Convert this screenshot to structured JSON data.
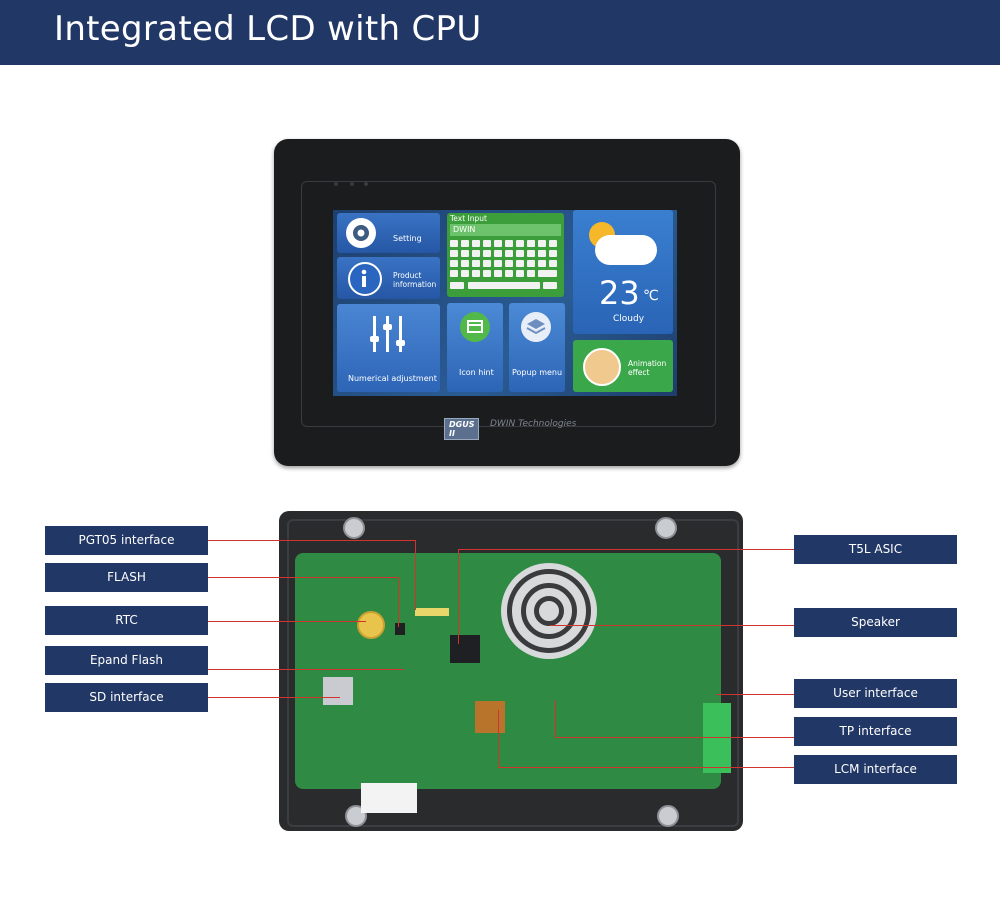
{
  "header": {
    "title": "Integrated LCD with CPU"
  },
  "front_screen": {
    "setting": "Setting",
    "product_info": "Product information",
    "text_input": "Text Input",
    "text_value": "DWIN",
    "temperature": "23",
    "temp_unit": "℃",
    "weather": "Cloudy",
    "numerical": "Numerical adjustment",
    "icon_hint": "Icon hint",
    "popup_menu": "Popup menu",
    "animation": "Animation effect"
  },
  "brand": {
    "logo": "DGUS II",
    "company": "DWIN Technologies"
  },
  "callouts_left": [
    "PGT05 interface",
    "FLASH",
    "RTC",
    "Epand Flash",
    "SD interface"
  ],
  "callouts_right": [
    "T5L ASIC",
    "Speaker",
    "User interface",
    "TP interface",
    "LCM interface"
  ],
  "colors": {
    "header_bg": "#213766",
    "callout_bg": "#213766",
    "leader_line": "#d0342c",
    "pcb": "#2f8a43"
  }
}
